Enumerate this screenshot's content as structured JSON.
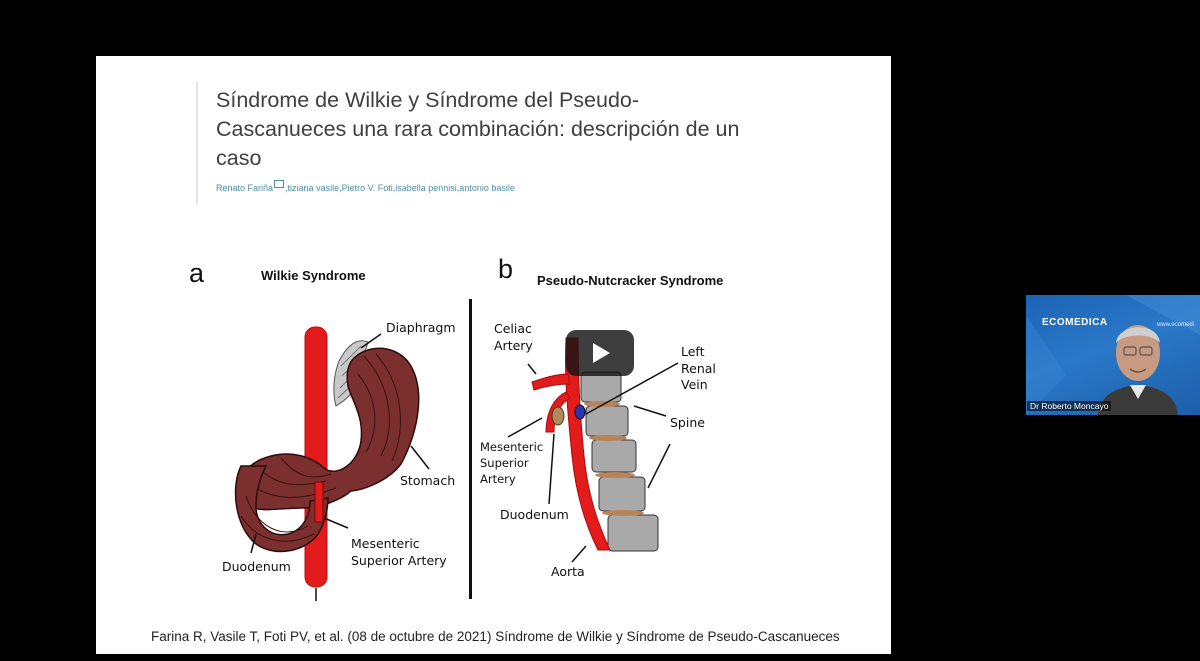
{
  "slide": {
    "article_title": "Síndrome de Wilkie y Síndrome del Pseudo-Cascanueces una rara combinación: descripción de un caso",
    "authors": {
      "first": "Renato Fariña",
      "rest": ",tiziana vasile,Pietro V. Foti,isabella pennisi,antonio basile"
    },
    "citation": "Farina R, Vasile T, Foti PV, et al. (08 de octubre de 2021) Síndrome de Wilkie y Síndrome de Pseudo-Cascanueces"
  },
  "figure": {
    "panel_a": {
      "letter": "a",
      "title": "Wilkie Syndrome",
      "labels": {
        "diaphragm": "Diaphragm",
        "stomach": "Stomach",
        "duodenum": "Duodenum",
        "sma_line1": "Mesenteric",
        "sma_line2": "Superior Artery"
      }
    },
    "panel_b": {
      "letter": "b",
      "title": "Pseudo-Nutcracker Syndrome",
      "labels": {
        "celiac_line1": "Celiac",
        "celiac_line2": "Artery",
        "lrv_line1": "Left",
        "lrv_line2": "Renal",
        "lrv_line3": "Vein",
        "spine": "Spine",
        "msa_line1": "Mesenteric",
        "msa_line2": "Superior",
        "msa_line3": "Artery",
        "duodenum": "Duodenum",
        "aorta": "Aorta"
      }
    }
  },
  "video": {
    "participant_name": "Dr Roberto Moncayo",
    "logo_text": "ECOMEDICA",
    "url_text": "www.ecomedi"
  },
  "colors": {
    "aorta_red": "#e31b1b",
    "stomach_brown": "#7b2f2f",
    "author_link": "#4d8fa3"
  }
}
